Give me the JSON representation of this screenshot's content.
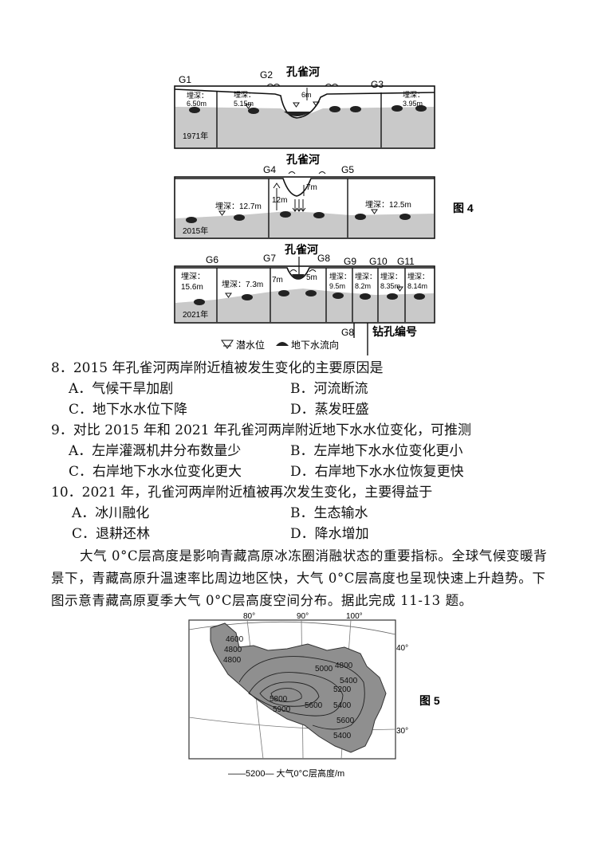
{
  "figure4": {
    "label": "图 4",
    "panel1": {
      "year": "1971年",
      "river": "孔雀河",
      "wells": [
        "G1",
        "G2",
        "G3"
      ],
      "depth_left_label": "埋深：",
      "depth_left_value": "6.50m",
      "depth_mid_label": "埋深：",
      "depth_mid_value": "5.15m",
      "depth_right_label": "埋深：",
      "depth_right_value": "3.95m",
      "river_depth": "6m"
    },
    "panel2": {
      "year": "2015年",
      "river": "孔雀河",
      "wells": [
        "G4",
        "G5"
      ],
      "depth_left": "埋深：12.7m",
      "depth_right": "埋深：12.5m",
      "gauge_left": "12m",
      "gauge_right": "7m"
    },
    "panel3": {
      "year": "2021年",
      "river": "孔雀河",
      "wells": [
        "G6",
        "G7",
        "G8",
        "G9",
        "G10",
        "G11"
      ],
      "d1_label": "埋深：",
      "d1_value": "15.6m",
      "d2": "埋深：7.3m",
      "d3": "7m",
      "d4": "5m",
      "d5_label": "埋深：",
      "d5_value": "9.5m",
      "d6_label": "埋深：",
      "d6_value": "8.2m",
      "d7_label": "埋深：",
      "d7_value": "8.35m",
      "d8_label": "埋深：",
      "d8_value": "8.14m"
    },
    "legend": {
      "water_table": "潜水位",
      "flow": "地下水流向",
      "well_code": "G8",
      "well_label": "钻孔编号"
    }
  },
  "questions": [
    {
      "stem": "8．2015 年孔雀河两岸附近植被发生变化的主要原因是",
      "options": [
        "A．气候干旱加剧",
        "B．河流断流",
        "C．地下水水位下降",
        "D．蒸发旺盛"
      ]
    },
    {
      "stem": "9．对比 2015 年和 2021 年孔雀河两岸附近地下水水位变化，可推测",
      "options": [
        "A．左岸灌溉机井分布数量少",
        "B．左岸地下水水位变化更小",
        "C．右岸地下水水位变化更大",
        "D．右岸地下水水位恢复更快"
      ]
    },
    {
      "stem": "10．2021 年，孔雀河两岸附近植被再次发生变化，主要得益于",
      "options": [
        "A．冰川融化",
        "B．生态输水",
        "C．退耕还林",
        "D．降水增加"
      ]
    }
  ],
  "intro": {
    "line1": "大气 0°C层高度是影响青藏高原冰冻圈消融状态的重要指标。全球气候变暖背",
    "line2": "景下，青藏高原升温速率比周边地区快，大气 0°C层高度也呈现快速上升趋势。下",
    "line3": "图示意青藏高原夏季大气 0°C层高度空间分布。据此完成 11-13 题。"
  },
  "figure5": {
    "label": "图 5",
    "lon": [
      "80°",
      "90°",
      "100°"
    ],
    "lat": [
      "40°",
      "30°"
    ],
    "contours": [
      "4600",
      "4800",
      "4800",
      "4800",
      "5000",
      "5200",
      "5400",
      "5600",
      "5800",
      "5900",
      "5600",
      "5400",
      "5400"
    ],
    "legend": "——5200—  大气0°C层高度/m"
  }
}
